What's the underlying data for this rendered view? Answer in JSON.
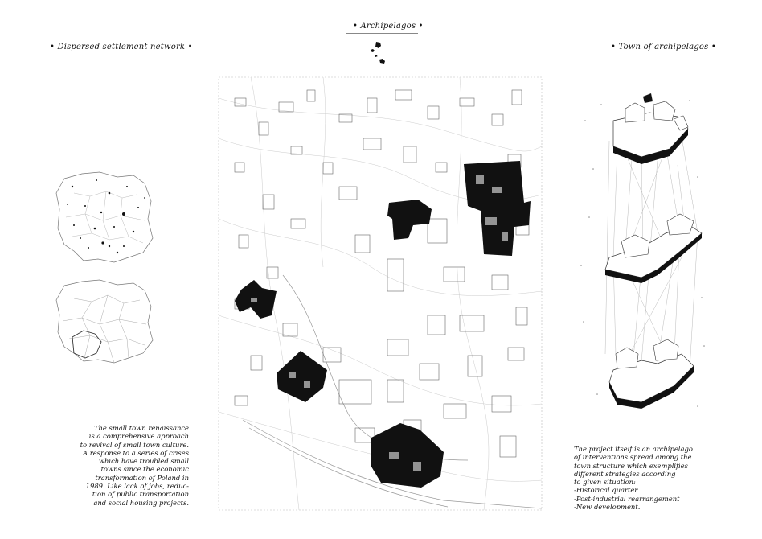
{
  "titles": {
    "left": "• Dispersed settlement network •",
    "center": "• Archipelagos •",
    "right": "• Town of archipelagos •"
  },
  "left_caption": [
    "The small town renaissance",
    "is a comprehensive approach",
    "to revival of small town culture.",
    "A response to a series of crises",
    "which have troubled small",
    "towns since the economic",
    "transformation of Poland in",
    "1989. Like lack of jobs, reduc-",
    "tion of public transportation",
    "and social housing projects."
  ],
  "right_caption": [
    "The project itself is an archipelago",
    "of interventions spread among the",
    "town structure which exemplifies",
    "different strategies according",
    "to given situation:",
    "-Historical quarter",
    "-Post-industrial rearrangement",
    "-New development."
  ],
  "colors": {
    "ink": "#111111",
    "line": "#8a8a8a",
    "faint": "#c8c8c8"
  }
}
